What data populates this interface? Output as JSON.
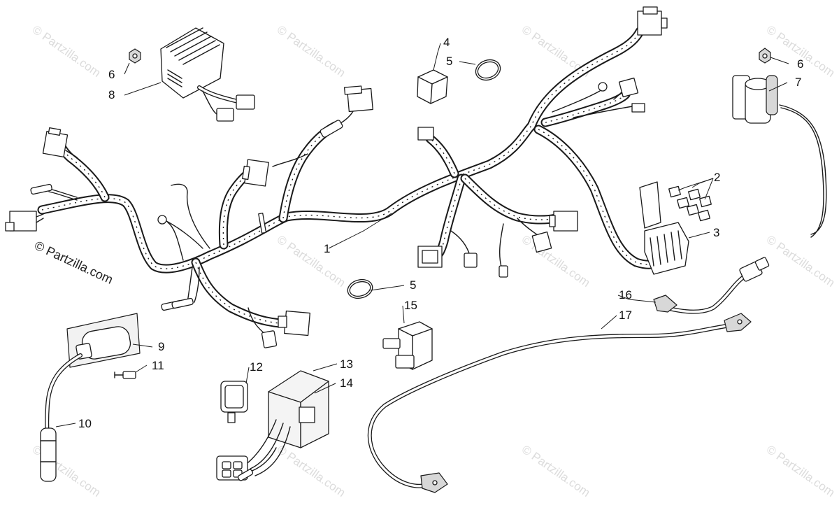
{
  "copyright": "© Partzilla.com",
  "watermark": "© Partzilla.com",
  "callouts": {
    "c1": "1",
    "c2": "2",
    "c3": "3",
    "c4": "4",
    "c5a": "5",
    "c5b": "5",
    "c6a": "6",
    "c6b": "6",
    "c7": "7",
    "c8": "8",
    "c9": "9",
    "c10": "10",
    "c11": "11",
    "c12": "12",
    "c13": "13",
    "c14": "14",
    "c15": "15",
    "c16": "16",
    "c17": "17"
  },
  "colors": {
    "line": "#1a1a1a",
    "watermark": "#dcdcdc",
    "background": "#ffffff"
  }
}
